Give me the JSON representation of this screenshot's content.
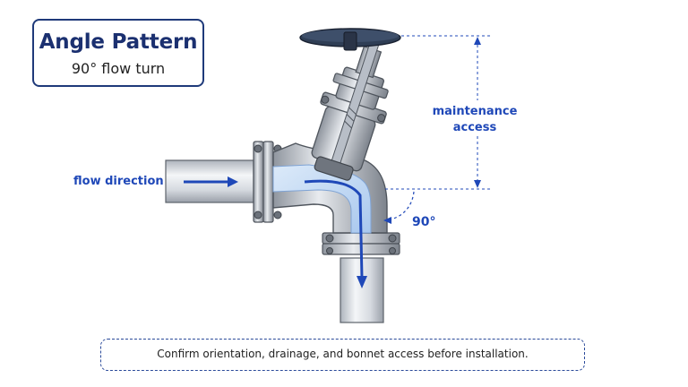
{
  "title_card": {
    "title": "Angle Pattern",
    "subtitle": "90° flow turn"
  },
  "labels": {
    "flow_direction": "flow direction",
    "maintenance_access": "maintenance access",
    "angle": "90°"
  },
  "note": "Confirm orientation, drainage, and bonnet access before installation.",
  "colors": {
    "accent_blue": "#1f48b8",
    "frame_navy": "#1f3a7a",
    "steel": "#c9ced6",
    "flow_tint": "#bcd6f2"
  },
  "icons": [
    "handwheel-icon",
    "flow-arrow-icon",
    "angle-arc-icon"
  ]
}
